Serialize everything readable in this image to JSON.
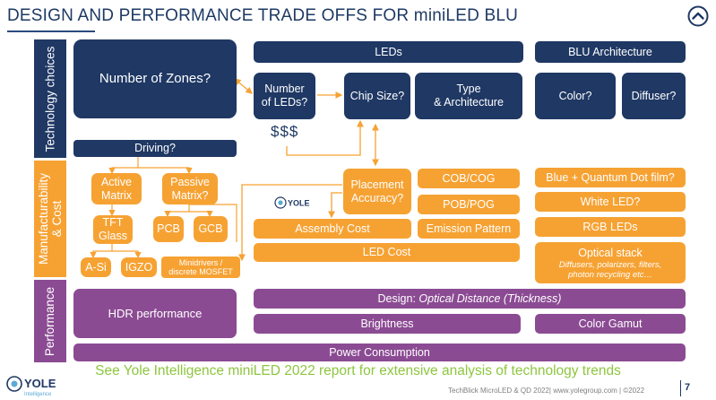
{
  "title": "DESIGN AND PERFORMANCE TRADE OFFS FOR miniLED BLU",
  "bands": {
    "tech": "Technology choices",
    "manuf_line1": "Manufacturability",
    "manuf_line2": "& Cost",
    "perf": "Performance"
  },
  "tech": {
    "zones": "Number of Zones?",
    "leds_header": "LEDs",
    "blu_header": "BLU Architecture",
    "num_leds_line1": "Number",
    "num_leds_line2": "of LEDs?",
    "chip_size": "Chip Size?",
    "type_line1": "Type",
    "type_line2": "& Architecture",
    "color": "Color?",
    "diffuser": "Diffuser?",
    "money": "$$$"
  },
  "manuf": {
    "driving": "Driving?",
    "active_line1": "Active",
    "active_line2": "Matrix",
    "passive_line1": "Passive",
    "passive_line2": "Matrix?",
    "tft_line1": "TFT",
    "tft_line2": "Glass",
    "pcb": "PCB",
    "gcb": "GCB",
    "asi": "A-Si",
    "igzo": "IGZO",
    "minidrivers_line1": "Minidrivers /",
    "minidrivers_line2": "discrete MOSFET",
    "placement_line1": "Placement",
    "placement_line2": "Accuracy?",
    "cob": "COB/COG",
    "pob": "POB/POG",
    "assembly_cost": "Assembly Cost",
    "emission_pattern": "Emission Pattern",
    "led_cost": "LED Cost",
    "blue_qd": "Blue + Quantum Dot film?",
    "white_led": "White LED?",
    "rgb_leds": "RGB LEDs",
    "optical_stack": "Optical stack",
    "optical_sub_line1": "Diffusers, polarizers, filters,",
    "optical_sub_line2": "photon recycling etc…"
  },
  "perf": {
    "hdr": "HDR performance",
    "design_prefix": "Design: ",
    "design_italic": "Optical Distance (Thickness)",
    "brightness": "Brightness",
    "color_gamut": "Color Gamut",
    "power": "Power Consumption"
  },
  "footer": {
    "note": "See Yole Intelligence miniLED 2022 report for extensive analysis of technology trends",
    "meta": "TechBlick MicroLED & QD 2022| www.yolegroup.com | ©2022",
    "page": "7",
    "logo_text": "YOLE",
    "logo_sub": "Intelligence"
  },
  "colors": {
    "navy": "#1f3864",
    "orange": "#f6a233",
    "purple": "#8b4b93",
    "green": "#8dc63f"
  }
}
